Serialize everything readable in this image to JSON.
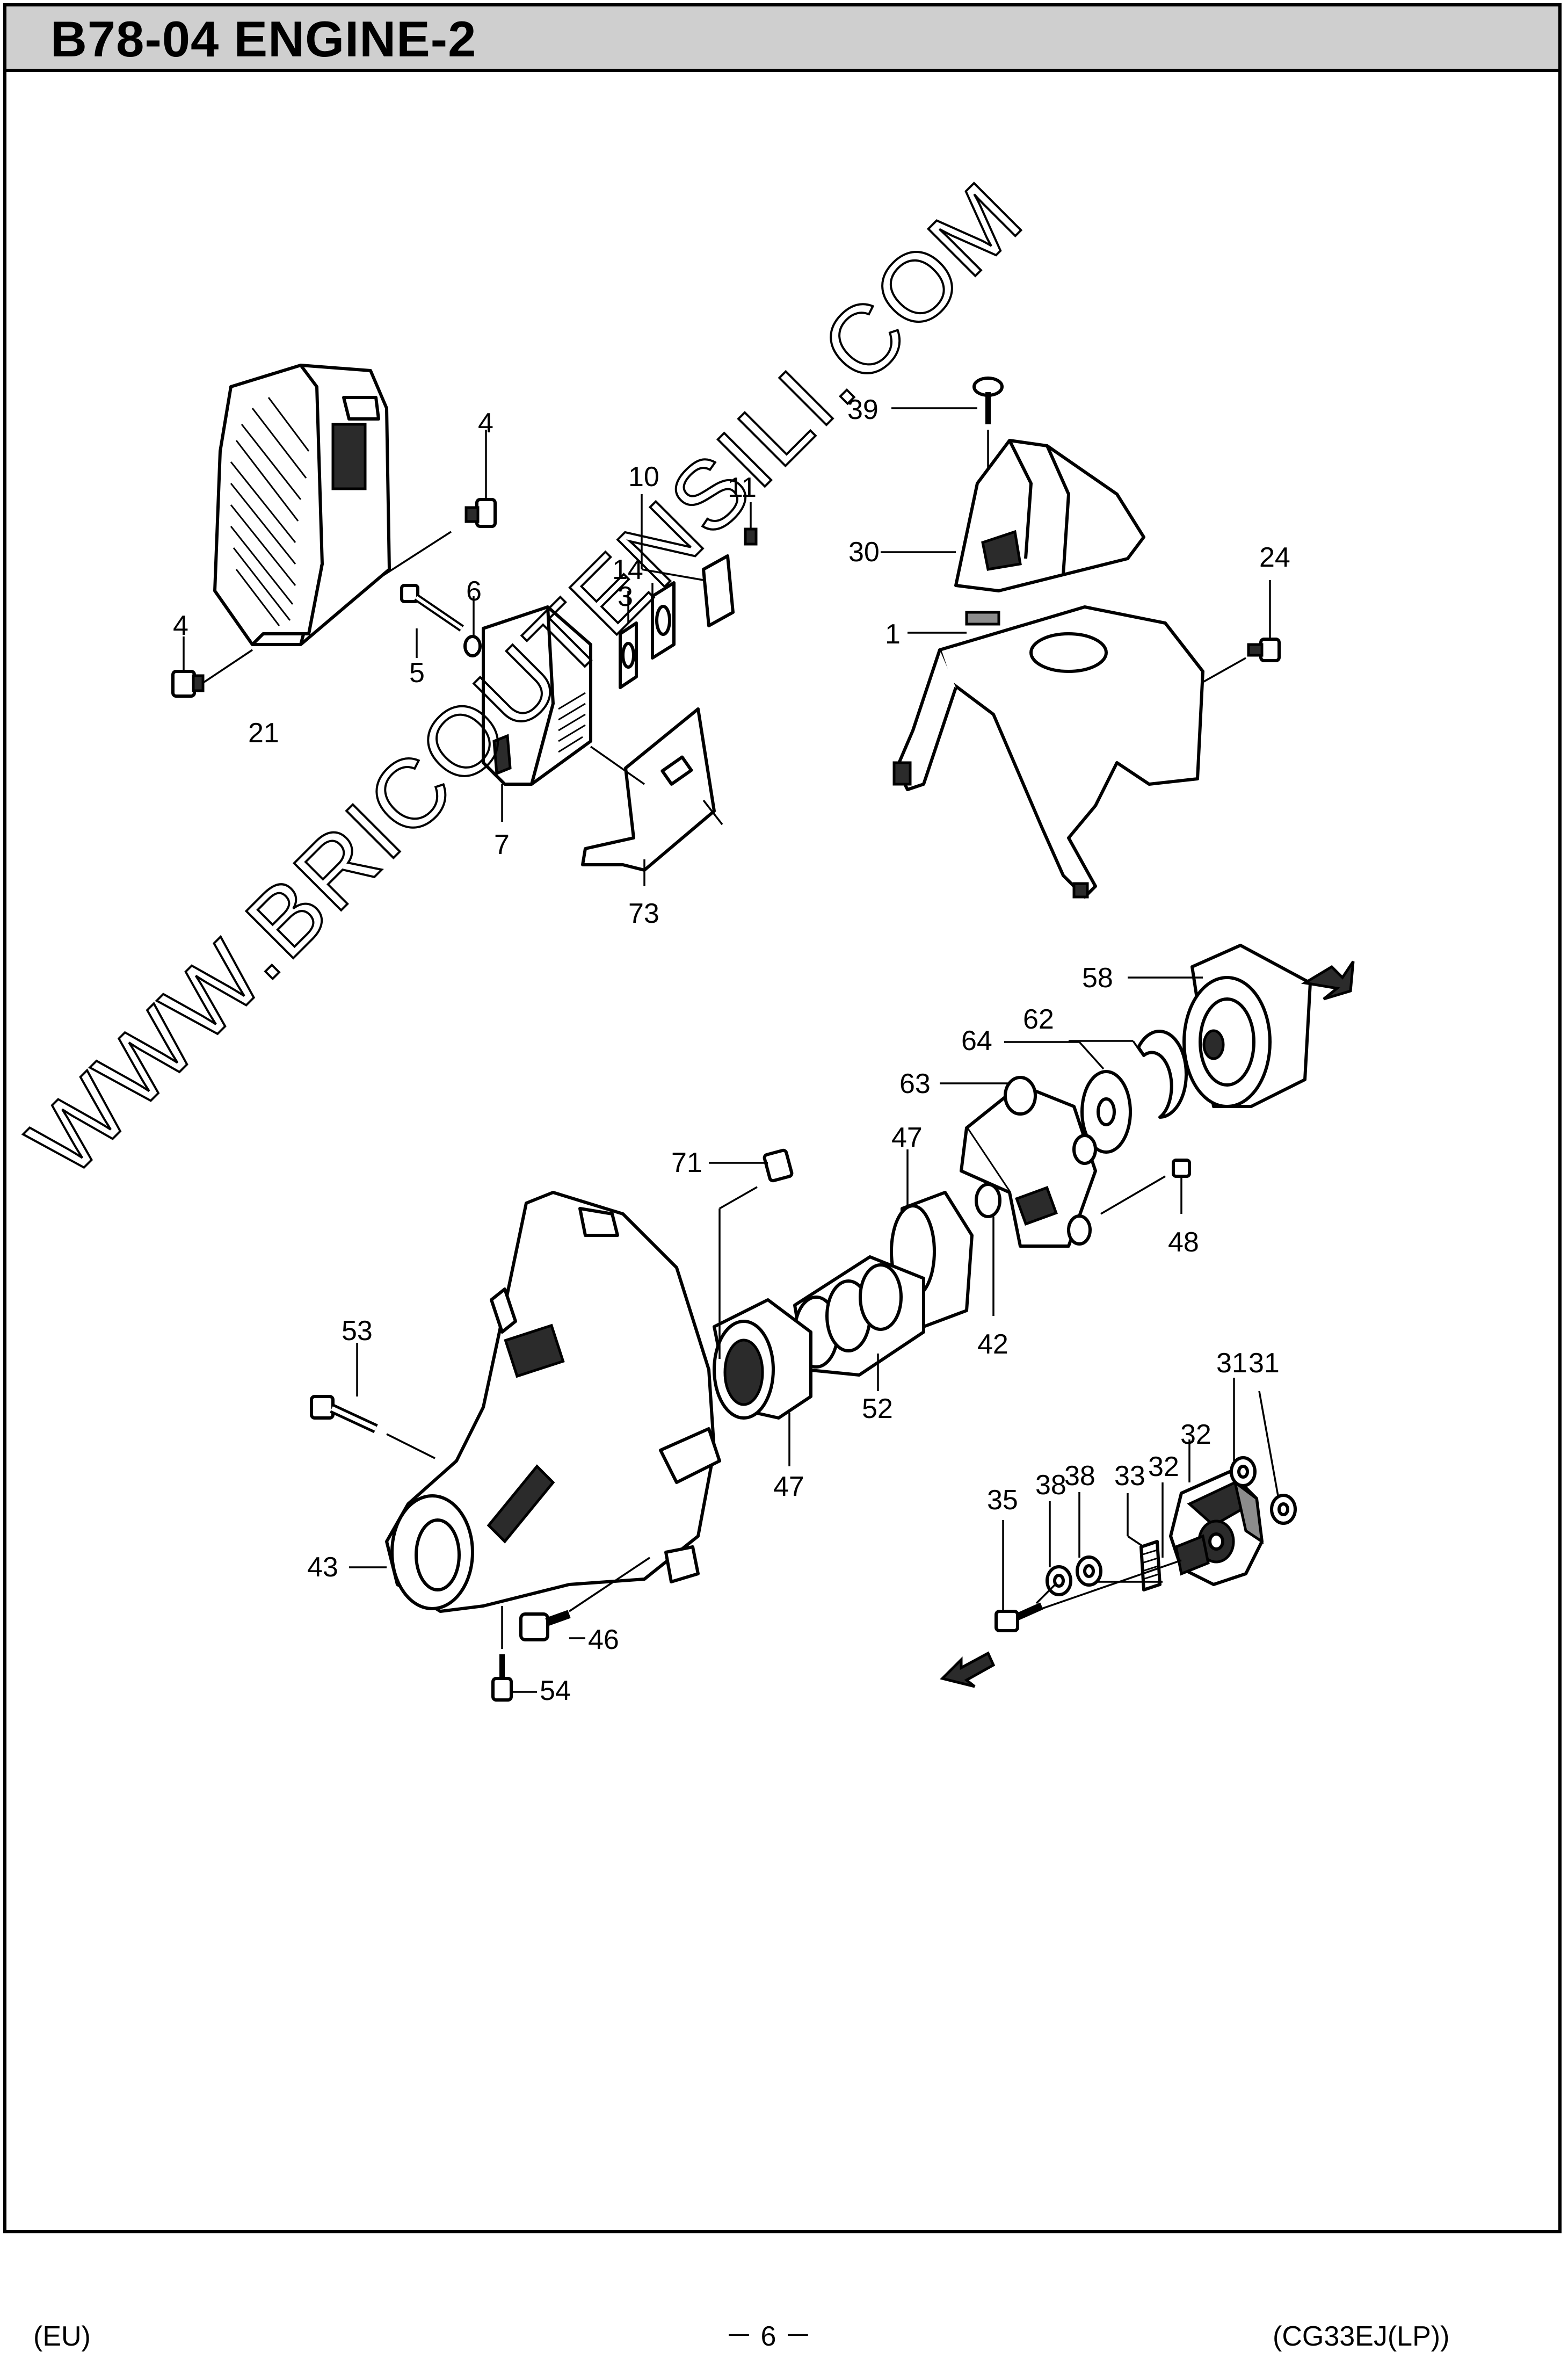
{
  "header": {
    "title": "B78-04 ENGINE-2"
  },
  "watermark": "WWW.BRICOUTENSILI.COM",
  "callouts": [
    "4",
    "4",
    "5",
    "6",
    "10",
    "11",
    "3",
    "14",
    "21",
    "7",
    "73",
    "39",
    "30",
    "1",
    "24",
    "58",
    "62",
    "64",
    "63",
    "47",
    "71",
    "48",
    "42",
    "52",
    "53",
    "47",
    "43",
    "46",
    "54",
    "35",
    "38",
    "38",
    "33",
    "32",
    "32",
    "31",
    "31"
  ],
  "footer": {
    "left": "(EU)",
    "center": "－ 6 －",
    "right": "(CG33EJ(LP))"
  }
}
